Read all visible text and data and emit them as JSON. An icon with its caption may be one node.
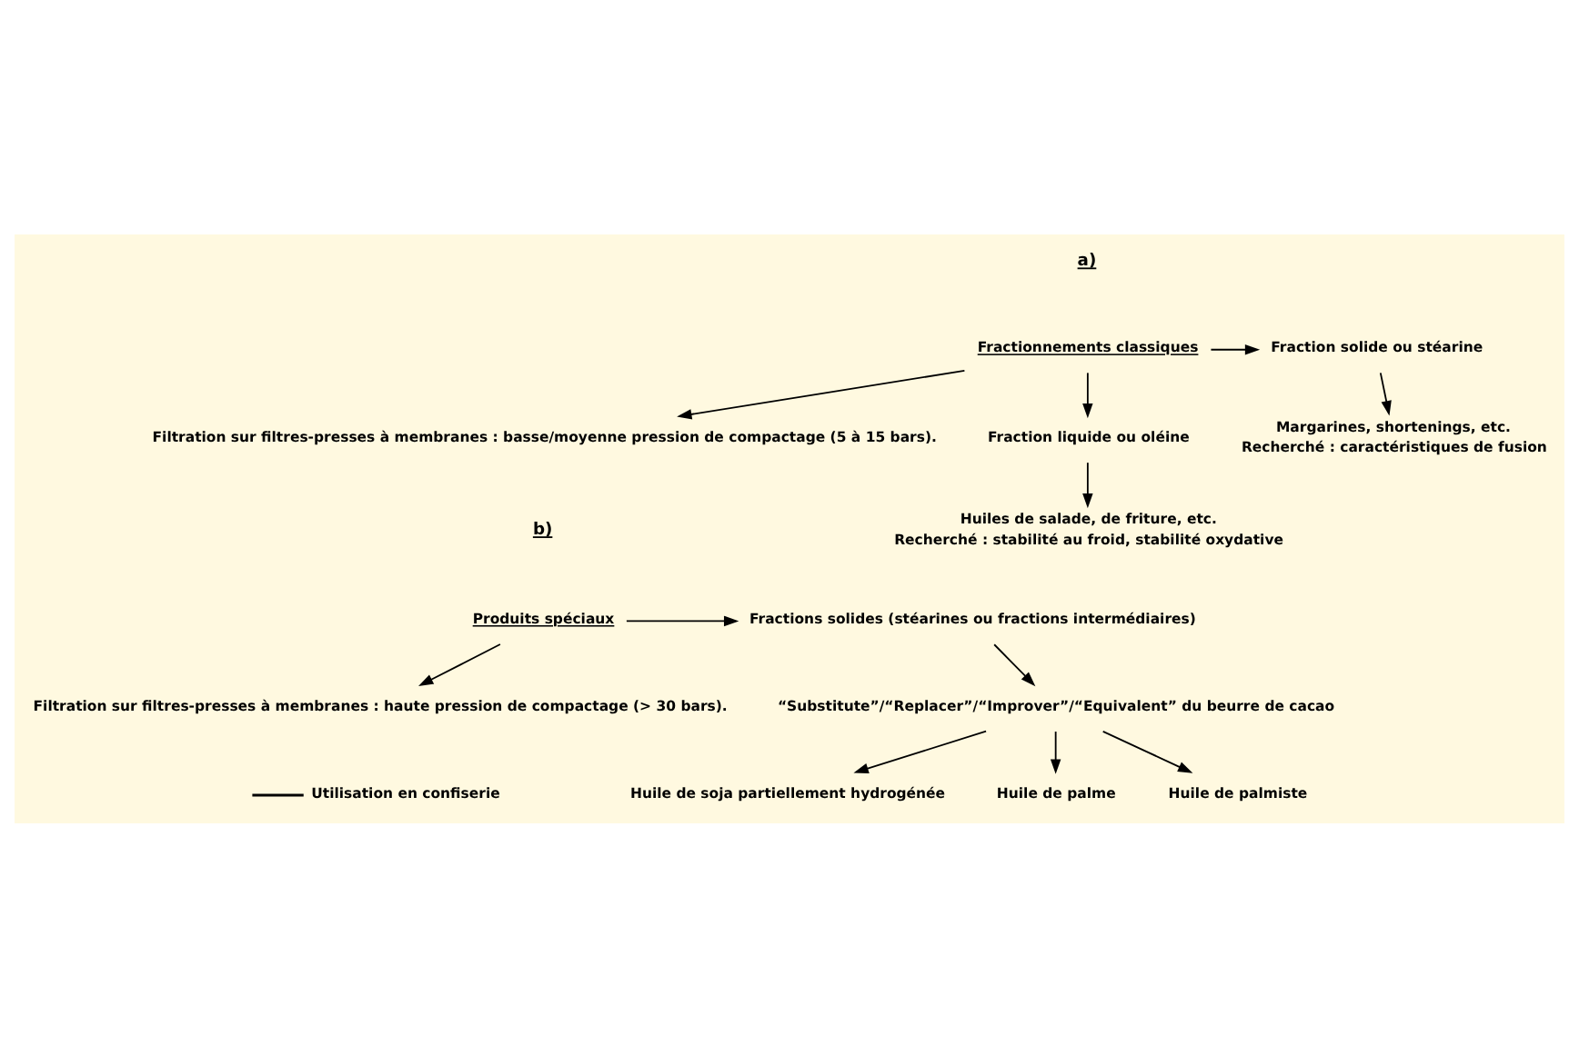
{
  "diagram": {
    "nodes": [
      {
        "text": [
          "Fractionnements classiques"
        ]
      },
      {
        "text": [
          "Fraction solide ou stéarine"
        ]
      },
      {
        "text": [
          "Margarines, shortenings, etc."
        ],
        "beside": [
          "Recherché : caractéristiques de fusion"
        ]
      },
      {
        "text": [
          "Fraction liquide ou oléine"
        ]
      },
      {
        "text": [
          "Huiles de salade, de friture, etc."
        ],
        "beside": [
          "Recherché : stabilité au froid, stabilité oxydative"
        ]
      },
      {
        "text": [
          "Filtration sur filtres-presses à membranes : basse/moyenne pression de compactage (5 à 15 bars)."
        ]
      },
      {
        "text": [
          "Produits spéciaux"
        ]
      },
      {
        "text": [
          "Fractions solides (stéarines ou fractions intermédiaires)"
        ]
      },
      {
        "text": [
          "“Substitute”/“Replacer”/“Improver”/“Equivalent” du beurre de cacao"
        ]
      },
      {
        "text": [
          "Huile de palmiste"
        ]
      },
      {
        "text": [
          "Huile de soja partiellement hydrogénée"
        ]
      },
      {
        "text": [
          "Huile de palme"
        ]
      },
      {
        "text": [
          "Filtration sur filtres-presses à membranes : haute pression de compactage (> 30 bars)."
        ]
      }
    ],
    "edges": [
      {
        "from": 0,
        "to": 1,
        "arrow": "to"
      },
      {
        "from": 0,
        "to": 3,
        "arrow": "to"
      },
      {
        "from": 1,
        "to": 2,
        "arrow": "to"
      },
      {
        "from": 3,
        "to": 4,
        "arrow": "to"
      },
      {
        "from": 0,
        "to": 5,
        "arrow": "to"
      },
      {
        "from": 6,
        "to": 7,
        "arrow": "to"
      },
      {
        "from": 7,
        "to": 8,
        "arrow": "to"
      },
      {
        "from": 8,
        "to": 9,
        "arrow": "to"
      },
      {
        "from": 8,
        "to": 10,
        "arrow": "to"
      },
      {
        "from": 8,
        "to": 11,
        "arrow": "to"
      },
      {
        "from": 6,
        "to": 12,
        "arrow": "to"
      }
    ],
    "labels": [
      "a)",
      "b)"
    ],
    "legend": [
      {
        "text": "Utilisation en confiserie"
      }
    ]
  }
}
